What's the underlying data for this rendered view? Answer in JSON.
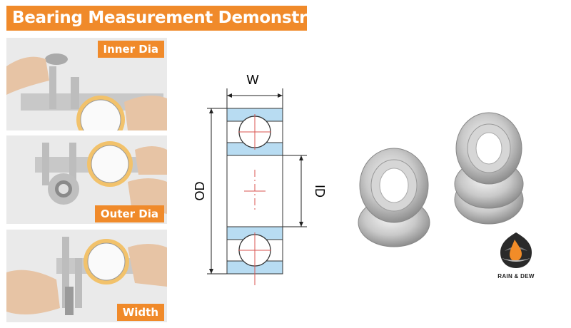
{
  "title": "Bearing Measurement Demonstrate",
  "photos": [
    {
      "label": "Inner Dia"
    },
    {
      "label": "Outer Dia"
    },
    {
      "label": "Width"
    }
  ],
  "diagram": {
    "width_label": "W",
    "od_label": "OD",
    "id_label": "ID"
  },
  "logo": {
    "text": "RAIN & DEW"
  },
  "colors": {
    "accent": "#f08a2a",
    "race_fill": "#b8dcf2",
    "centerline": "#d9534f"
  }
}
